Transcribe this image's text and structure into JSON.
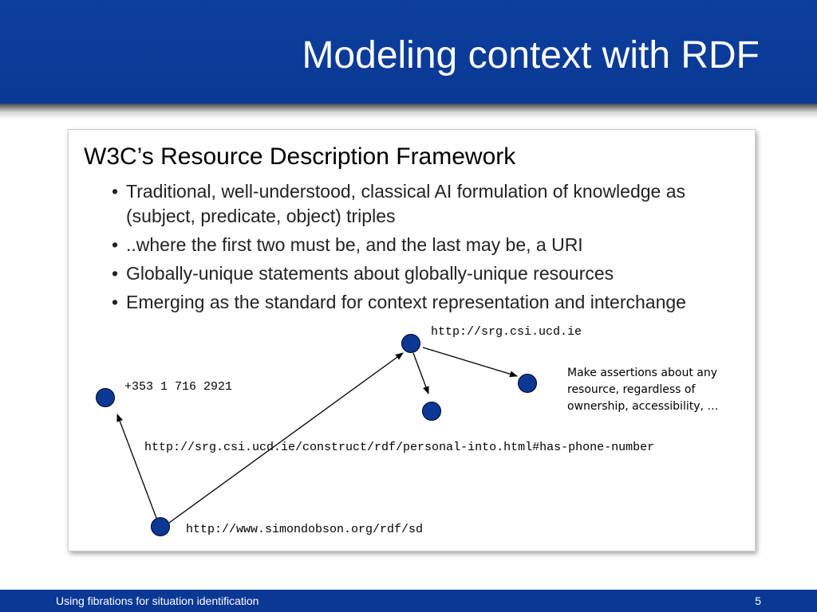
{
  "slide": {
    "title": "Modeling context with RDF",
    "heading": "W3C’s Resource Description Framework",
    "bullets": [
      "Traditional, well-understood, classical AI formulation of knowledge as (subject, predicate, object) triples",
      "..where the first two must be, and the last may be, a URI",
      "Globally-unique statements about globally-unique resources",
      "Emerging as the standard for context representation and interchange"
    ]
  },
  "diagram": {
    "phone_number": "+353 1 716 2921",
    "object_uri": "http://srg.csi.ucd.ie",
    "predicate_uri": "http://srg.csi.ucd.ie/construct/rdf/personal-into.html#has-phone-number",
    "subject_uri": "http://www.simondobson.org/rdf/sd",
    "note": "Make assertions about any resource, regardless of ownership, accessibility, …",
    "node_color": "#0a3894"
  },
  "footer": {
    "text": "Using fibrations for situation identification",
    "page": "5"
  },
  "colors": {
    "theme_blue": "#0a3894"
  }
}
